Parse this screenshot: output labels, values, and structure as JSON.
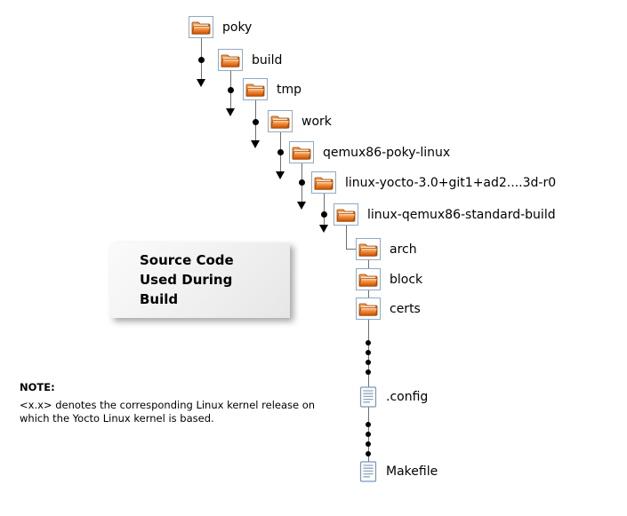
{
  "diagram": {
    "nodes": [
      {
        "label": "poky",
        "type": "folder"
      },
      {
        "label": "build",
        "type": "folder"
      },
      {
        "label": "tmp",
        "type": "folder"
      },
      {
        "label": "work",
        "type": "folder"
      },
      {
        "label": "qemux86-poky-linux",
        "type": "folder"
      },
      {
        "label": "linux-yocto-3.0+git1+ad2....3d-r0",
        "type": "folder"
      },
      {
        "label": "linux-qemux86-standard-build",
        "type": "folder"
      },
      {
        "label": "arch",
        "type": "folder"
      },
      {
        "label": "block",
        "type": "folder"
      },
      {
        "label": "certs",
        "type": "folder"
      },
      {
        "label": ".config",
        "type": "file"
      },
      {
        "label": "Makefile",
        "type": "file"
      }
    ],
    "callout": {
      "line1": "Source Code",
      "line2": "Used During",
      "line3": "Build"
    },
    "note": {
      "title": "NOTE:",
      "line1": "<x.x> denotes the corresponding Linux kernel release on",
      "line2": "which the Yocto Linux kernel is based."
    },
    "colors": {
      "folder_orange": "#e8630a",
      "icon_border_blue": "#8fa9c4",
      "connector_gray": "#6e6e6e",
      "marker_black": "#000000"
    }
  }
}
